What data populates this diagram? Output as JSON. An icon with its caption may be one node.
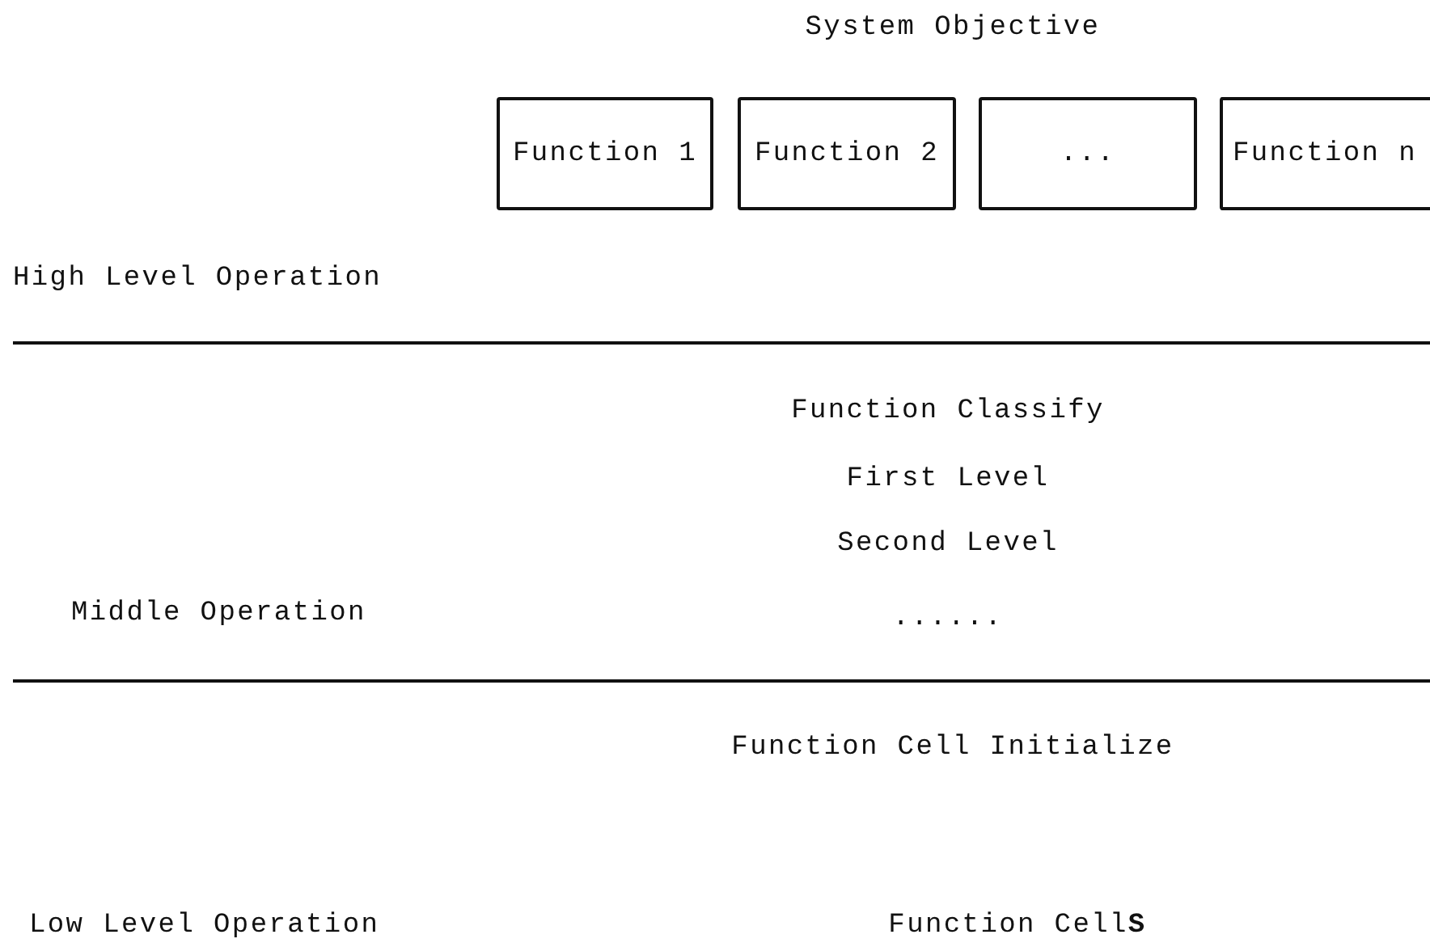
{
  "diagram": {
    "nodes": [
      {
        "text": [
          "Function 1"
        ]
      },
      {
        "text": [
          "Function 2"
        ]
      },
      {
        "text": [
          "..."
        ]
      },
      {
        "text": [
          "Function n"
        ]
      }
    ],
    "labels": [
      "System Objective",
      "High Level Operation",
      "Function Classify",
      "First Level",
      "Second Level",
      "Middle Operation",
      "......",
      "Function Cell Initialize",
      "Low Level Operation",
      "Function Cell**S**"
    ]
  }
}
